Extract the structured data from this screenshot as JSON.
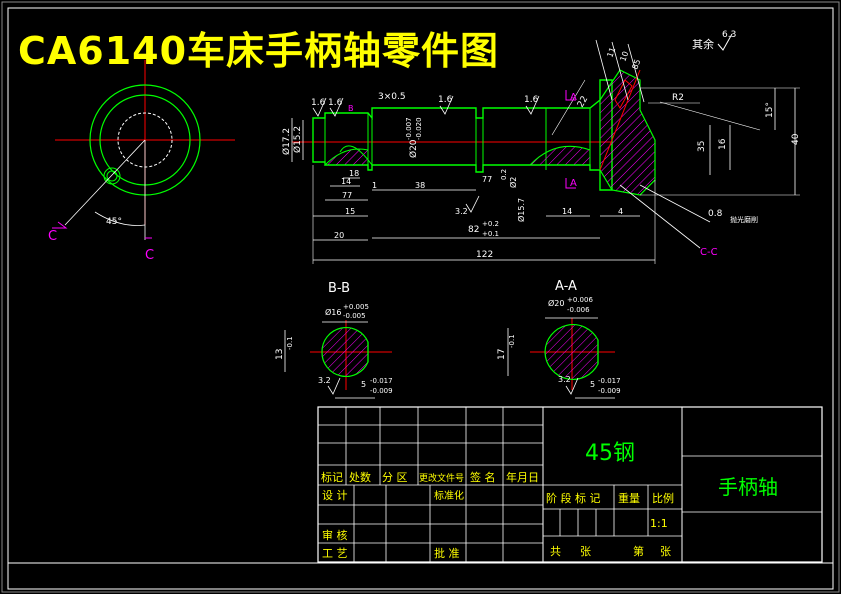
{
  "title": "CA6140车床手柄轴零件图",
  "surface_note": {
    "label": "其余",
    "value": "6.3"
  },
  "main_view": {
    "roughness_marks": [
      "1.6",
      "1.6",
      "1.6",
      "1.6"
    ],
    "chamfer": "3×0.5",
    "diam_left_outer": "Ø17.2",
    "diam_left_inner": "Ø15.2",
    "diam_mid": "Ø20",
    "diam_mid_tol_upper": "-0.007",
    "diam_mid_tol_lower": "-0.020",
    "diam_right_groove": "Ø15.7",
    "diam_tol": "Ø2",
    "dim_18": "18",
    "dim_14a": "14",
    "dim_77": "77",
    "dim_15": "15",
    "dim_20": "20",
    "dim_1": "1",
    "dim_38": "38",
    "dim_77b": "77",
    "dim_02": "0.2",
    "dim_14b": "14",
    "dim_4": "4",
    "dim_82": "82",
    "dim_82_tol_upper": "+0.2",
    "dim_82_tol_lower": "+0.1",
    "dim_32": "3.2",
    "dim_122": "122",
    "section_mark_a": "A",
    "section_mark_b": "B",
    "angle_15": "15°",
    "radius_r2": "R2",
    "dim_22": "22",
    "dim_40": "40",
    "dim_16": "16",
    "dim_35": "35",
    "dim_top_a": "11",
    "dim_top_b": "10",
    "dim_top_c": "85",
    "roughness_08": "0.8",
    "roughness_08_note": "抛光磨削",
    "section_cc": "C-C"
  },
  "end_view": {
    "angle": "45°",
    "label_c1": "C",
    "label_c2": "C"
  },
  "section_bb": {
    "title": "B-B",
    "diam": "Ø16",
    "tol_upper": "+0.005",
    "tol_lower": "-0.005",
    "height": "13",
    "height_tol": "-0.1",
    "rough": "3.2",
    "key": "5",
    "key_tol_upper": "-0.017",
    "key_tol_lower": "-0.009"
  },
  "section_aa": {
    "title": "A-A",
    "diam": "Ø20",
    "tol_upper": "+0.006",
    "tol_lower": "-0.006",
    "height": "17",
    "height_tol": "-0.1",
    "rough": "3.2",
    "key": "5",
    "key_tol_upper": "-0.017",
    "key_tol_lower": "-0.009"
  },
  "title_block": {
    "material": "45钢",
    "part_name": "手柄轴",
    "row_labels": [
      "标记",
      "处数",
      "分 区",
      "更改文件号",
      "签 名",
      "年月日"
    ],
    "design": "设 计",
    "standard": "标准化",
    "review": "审 核",
    "process": "工 艺",
    "approve": "批 准",
    "stage": "阶 段 标 记",
    "weight": "重量",
    "scale_label": "比例",
    "scale_value": "1:1",
    "total": "共",
    "sheets": "张",
    "number": "第",
    "sheet2": "张"
  },
  "colors": {
    "outline": "#00ff00",
    "dimension": "#ffffff",
    "center": "#ff0000",
    "hatch": "#ff00ff",
    "text_yellow": "#ffff00",
    "text_cyan": "#00ffff"
  }
}
